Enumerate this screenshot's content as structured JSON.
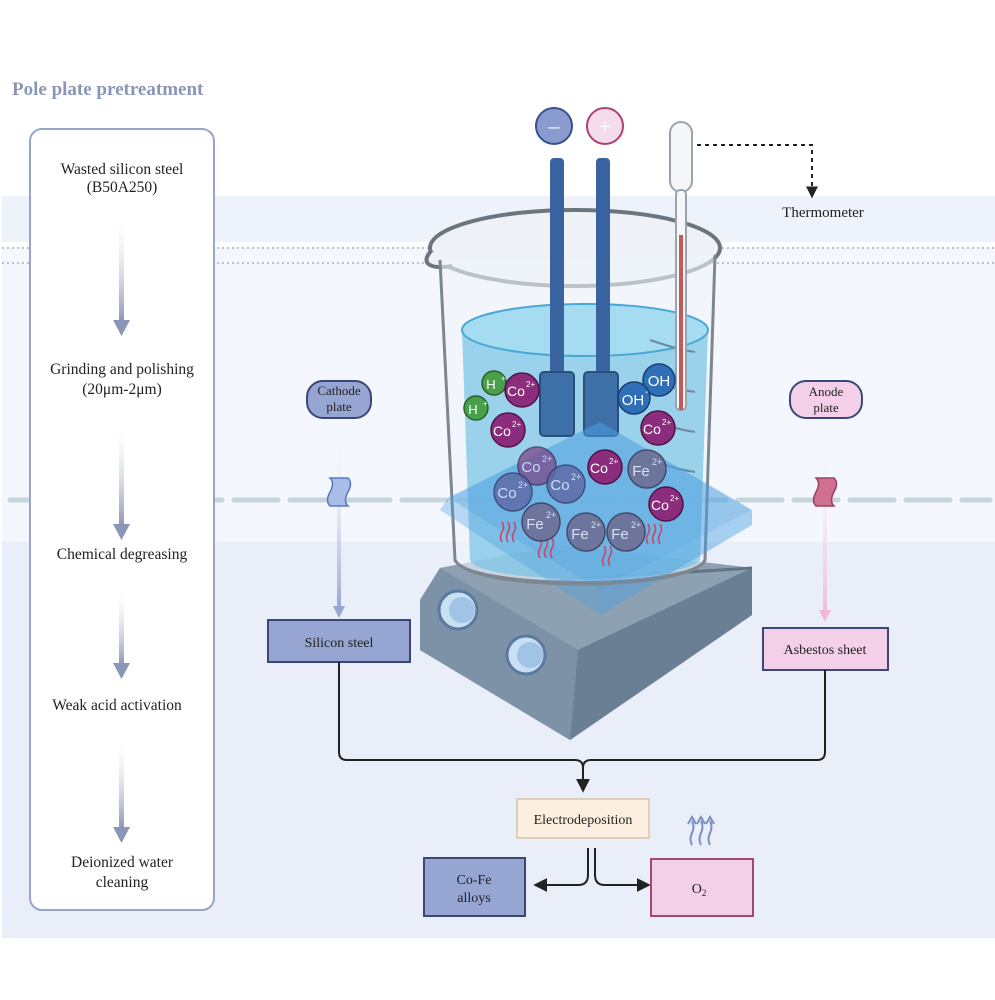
{
  "title": "Pole plate pretreatment",
  "steps": [
    {
      "line1": "Wasted silicon steel",
      "line2": "(B50A250)"
    },
    {
      "line1": "Grinding and polishing",
      "line2": "(20μm-2μm)"
    },
    {
      "line1": "Chemical degreasing",
      "line2": ""
    },
    {
      "line1": "Weak acid activation",
      "line2": ""
    },
    {
      "line1": "Deionized water",
      "line2": "cleaning"
    }
  ],
  "terminals": {
    "negative": "–",
    "positive": "+"
  },
  "thermometer_label": "Thermometer",
  "cathode_label": {
    "line1": "Cathode",
    "line2": "plate"
  },
  "anode_label": {
    "line1": "Anode",
    "line2": "plate"
  },
  "cathode_material": "Silicon steel",
  "anode_material": "Asbestos sheet",
  "process": "Electrodeposition",
  "product_1": {
    "line1": "Co-Fe",
    "line2": "alloys"
  },
  "product_2": {
    "base": "O",
    "sub": "2"
  },
  "ions": {
    "h": "H",
    "h_sup": "+",
    "oh": "OH",
    "oh_sup": "-",
    "co": "Co",
    "co_sup": "2+",
    "fe": "Fe",
    "fe_sup": "2+"
  },
  "colors": {
    "title": "#8a96b8",
    "cathode": "#96a5d2",
    "anode": "#f4d0e8",
    "process": "#fcefe0",
    "co_ion": "#8b2c7c",
    "fe_ion": "#6f6f96",
    "h_ion": "#4aa04a",
    "oh_ion": "#2f6fb8",
    "liquid": "#7cc4e6",
    "hotplate": "#7a8fa3"
  }
}
